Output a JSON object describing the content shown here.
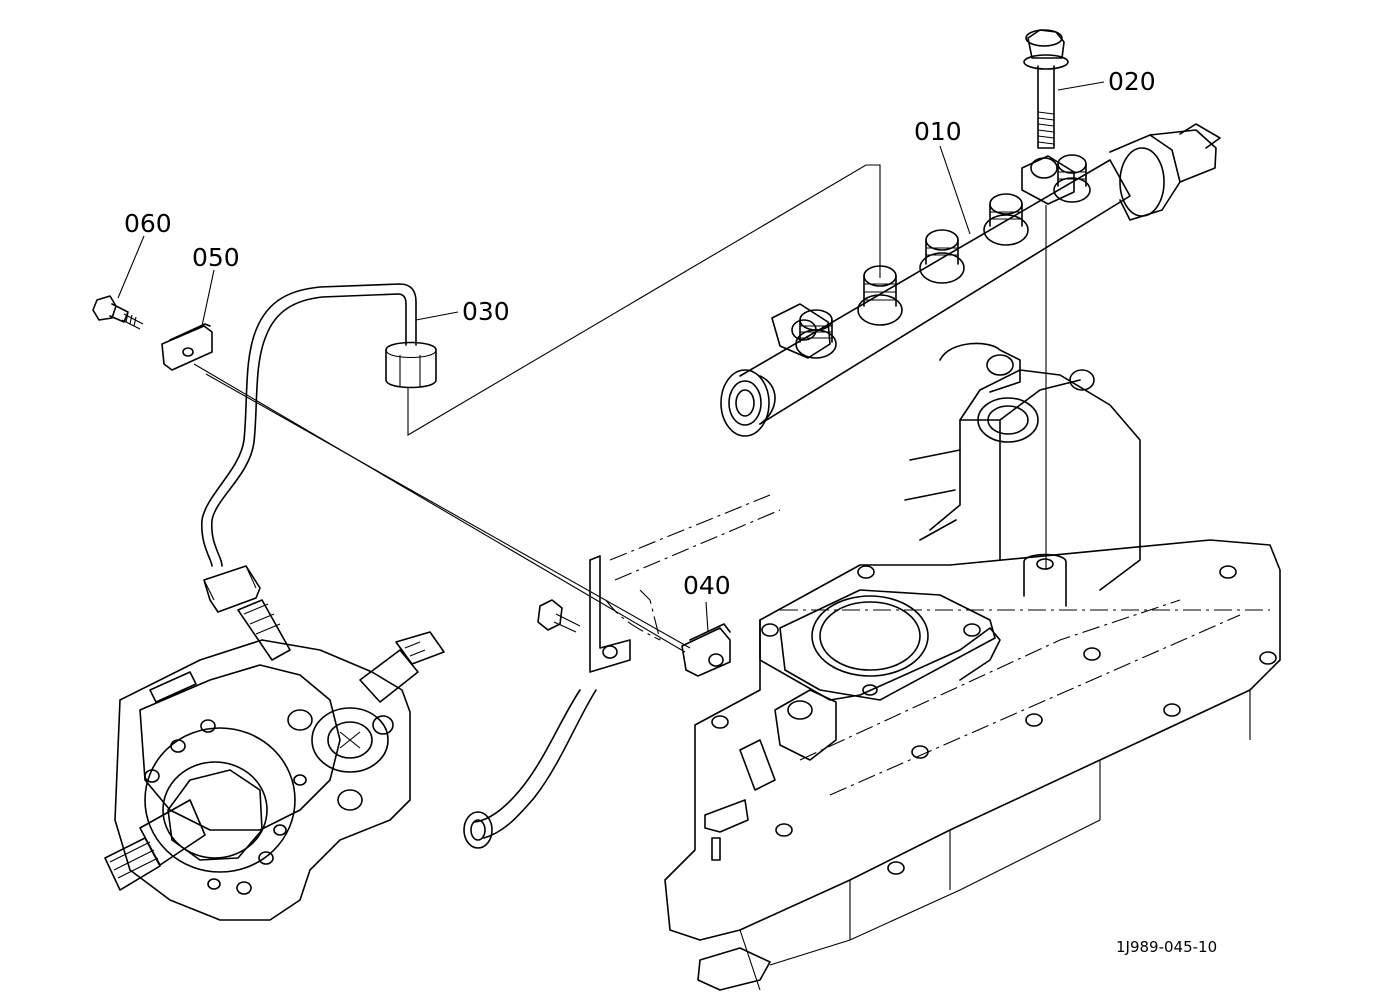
{
  "callouts": [
    {
      "id": "010",
      "label": "010"
    },
    {
      "id": "020",
      "label": "020"
    },
    {
      "id": "030",
      "label": "030"
    },
    {
      "id": "040",
      "label": "040"
    },
    {
      "id": "050",
      "label": "050"
    },
    {
      "id": "060",
      "label": "060"
    }
  ],
  "drawing_code": "1J989-045-10"
}
